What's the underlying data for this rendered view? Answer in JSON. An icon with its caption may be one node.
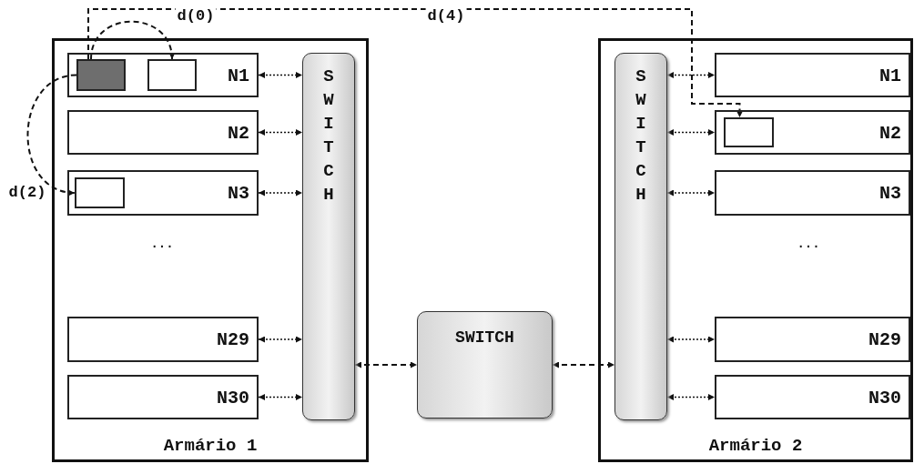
{
  "diagram": {
    "nodes": [
      {
        "text": [
          "Armário 1"
        ]
      },
      {
        "text": [
          "N1"
        ],
        "in": 0
      },
      {
        "text": [],
        "shape": "box",
        "in": 1
      },
      {
        "text": [],
        "shape": "box",
        "in": 1
      },
      {
        "text": [
          "N2"
        ],
        "in": 0
      },
      {
        "text": [
          "N3"
        ],
        "in": 0
      },
      {
        "text": [],
        "shape": "box",
        "in": 5
      },
      {
        "text": [
          "N29"
        ],
        "in": 0
      },
      {
        "text": [
          "N30"
        ],
        "in": 0
      },
      {
        "text": [
          "SWITCH"
        ],
        "in": 0
      },
      {
        "text": [
          "SWITCH"
        ]
      },
      {
        "text": [
          "Armário 2"
        ]
      },
      {
        "text": [
          "SWITCH"
        ],
        "in": 11
      },
      {
        "text": [
          "N1"
        ],
        "in": 11
      },
      {
        "text": [
          "N2"
        ],
        "in": 11
      },
      {
        "text": [],
        "shape": "box",
        "in": 14
      },
      {
        "text": [
          "N3"
        ],
        "in": 11
      },
      {
        "text": [
          "N29"
        ],
        "in": 11
      },
      {
        "text": [
          "N30"
        ],
        "in": 11
      }
    ],
    "edges": [
      {
        "from": 2,
        "to": 3,
        "arrow": "to",
        "label": "d(0)",
        "style": "dashed"
      },
      {
        "from": 2,
        "to": 6,
        "arrow": "to",
        "label": "d(2)",
        "style": "dashed"
      },
      {
        "from": 2,
        "to": 15,
        "arrow": "to",
        "label": "d(4)",
        "style": "dashed"
      },
      {
        "from": 1,
        "to": 9,
        "arrow": "both"
      },
      {
        "from": 4,
        "to": 9,
        "arrow": "both"
      },
      {
        "from": 5,
        "to": 9,
        "arrow": "both"
      },
      {
        "from": 7,
        "to": 9,
        "arrow": "both"
      },
      {
        "from": 8,
        "to": 9,
        "arrow": "both"
      },
      {
        "from": 9,
        "to": 10,
        "arrow": "both",
        "style": "dashed"
      },
      {
        "from": 10,
        "to": 12,
        "arrow": "both",
        "style": "dashed"
      },
      {
        "from": 12,
        "to": 13,
        "arrow": "both"
      },
      {
        "from": 12,
        "to": 14,
        "arrow": "both"
      },
      {
        "from": 12,
        "to": 16,
        "arrow": "both"
      },
      {
        "from": 12,
        "to": 17,
        "arrow": "both"
      },
      {
        "from": 12,
        "to": 18,
        "arrow": "both"
      }
    ],
    "labels": [
      "...",
      "..."
    ]
  }
}
